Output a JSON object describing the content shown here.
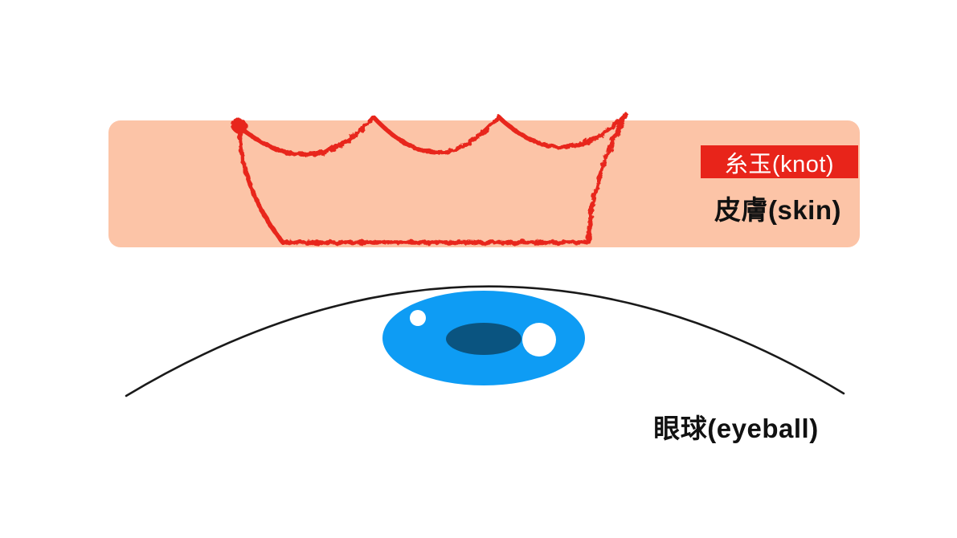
{
  "diagram": {
    "title_context": "suture knot in skin above eyeball illustration",
    "labels": {
      "knot": "糸玉(knot)",
      "skin": "皮膚(skin)",
      "eyeball": "眼球(eyeball)"
    },
    "colors": {
      "background": "#FFFFFF",
      "skin_band": "#FCC4A7",
      "stitch_red": "#E8271C",
      "knot_badge_bg": "#E8241A",
      "knot_badge_text": "#FFFFFF",
      "label_text": "#111111",
      "iris_blue": "#0E9CF4",
      "pupil_navy": "#0A5480",
      "highlight_white": "#FFFFFF",
      "eyeball_line": "#1A1A1A"
    }
  }
}
